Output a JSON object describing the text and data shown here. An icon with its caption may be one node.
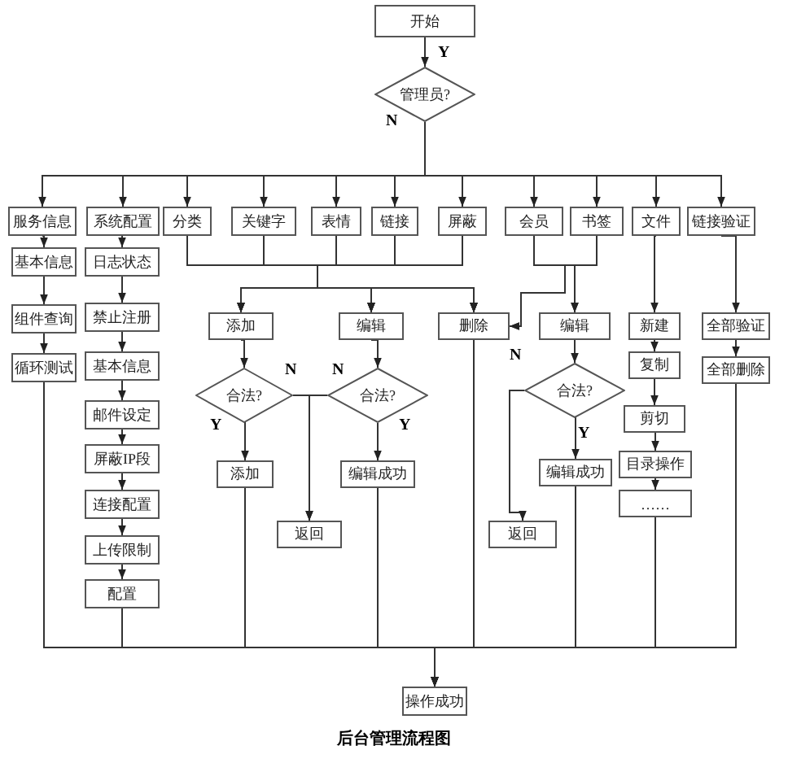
{
  "diagram": {
    "caption": "后台管理流程图",
    "nodes": [
      {
        "text": [
          "开始"
        ]
      },
      {
        "text": [
          "管理员?"
        ]
      },
      {
        "text": [
          "服务信息"
        ]
      },
      {
        "text": [
          "系统配置"
        ]
      },
      {
        "text": [
          "分类"
        ]
      },
      {
        "text": [
          "关键字"
        ]
      },
      {
        "text": [
          "表情"
        ]
      },
      {
        "text": [
          "链接"
        ]
      },
      {
        "text": [
          "屏蔽"
        ]
      },
      {
        "text": [
          "会员"
        ]
      },
      {
        "text": [
          "书签"
        ]
      },
      {
        "text": [
          "文件"
        ]
      },
      {
        "text": [
          "链接验证"
        ]
      },
      {
        "text": [
          "基本信息"
        ]
      },
      {
        "text": [
          "组件查询"
        ]
      },
      {
        "text": [
          "循环测试"
        ]
      },
      {
        "text": [
          "日志状态"
        ]
      },
      {
        "text": [
          "禁止注册"
        ]
      },
      {
        "text": [
          "基本信息"
        ]
      },
      {
        "text": [
          "邮件设定"
        ]
      },
      {
        "text": [
          "屏蔽IP段"
        ]
      },
      {
        "text": [
          "连接配置"
        ]
      },
      {
        "text": [
          "上传限制"
        ]
      },
      {
        "text": [
          "配置"
        ]
      },
      {
        "text": [
          "添加"
        ]
      },
      {
        "text": [
          "编辑"
        ]
      },
      {
        "text": [
          "删除"
        ]
      },
      {
        "text": [
          "编辑"
        ]
      },
      {
        "text": [
          "合法?"
        ]
      },
      {
        "text": [
          "添加"
        ]
      },
      {
        "text": [
          "返回"
        ]
      },
      {
        "text": [
          "合法?"
        ]
      },
      {
        "text": [
          "编辑成功"
        ]
      },
      {
        "text": [
          "合法?"
        ]
      },
      {
        "text": [
          "编辑成功"
        ]
      },
      {
        "text": [
          "返回"
        ]
      },
      {
        "text": [
          "新建"
        ]
      },
      {
        "text": [
          "复制"
        ]
      },
      {
        "text": [
          "剪切"
        ]
      },
      {
        "text": [
          "目录操作"
        ]
      },
      {
        "text": [
          "……"
        ]
      },
      {
        "text": [
          "全部验证"
        ]
      },
      {
        "text": [
          "全部删除"
        ]
      },
      {
        "text": [
          "操作成功"
        ]
      }
    ],
    "edges": [
      {
        "from": 0,
        "to": 1,
        "arrow": "to",
        "label": "Y"
      },
      {
        "from": 1,
        "to": 2,
        "arrow": "to",
        "label": "N"
      },
      {
        "from": 1,
        "to": 3,
        "arrow": "to"
      },
      {
        "from": 1,
        "to": 4,
        "arrow": "to"
      },
      {
        "from": 1,
        "to": 5,
        "arrow": "to"
      },
      {
        "from": 1,
        "to": 6,
        "arrow": "to"
      },
      {
        "from": 1,
        "to": 7,
        "arrow": "to"
      },
      {
        "from": 1,
        "to": 8,
        "arrow": "to"
      },
      {
        "from": 1,
        "to": 9,
        "arrow": "to"
      },
      {
        "from": 1,
        "to": 10,
        "arrow": "to"
      },
      {
        "from": 1,
        "to": 11,
        "arrow": "to"
      },
      {
        "from": 1,
        "to": 12,
        "arrow": "to"
      },
      {
        "from": 2,
        "to": 13,
        "arrow": "to"
      },
      {
        "from": 13,
        "to": 14,
        "arrow": "to"
      },
      {
        "from": 14,
        "to": 15,
        "arrow": "to"
      },
      {
        "from": 3,
        "to": 16,
        "arrow": "to"
      },
      {
        "from": 16,
        "to": 17,
        "arrow": "to"
      },
      {
        "from": 17,
        "to": 18,
        "arrow": "to"
      },
      {
        "from": 18,
        "to": 19,
        "arrow": "to"
      },
      {
        "from": 19,
        "to": 20,
        "arrow": "to"
      },
      {
        "from": 20,
        "to": 21,
        "arrow": "to"
      },
      {
        "from": 21,
        "to": 22,
        "arrow": "to"
      },
      {
        "from": 22,
        "to": 23,
        "arrow": "to"
      },
      {
        "from": 4,
        "to": 24,
        "arrow": "to"
      },
      {
        "from": 4,
        "to": 25,
        "arrow": "to"
      },
      {
        "from": 4,
        "to": 26,
        "arrow": "to"
      },
      {
        "from": 5,
        "to": 24,
        "arrow": "to"
      },
      {
        "from": 5,
        "to": 25,
        "arrow": "to"
      },
      {
        "from": 5,
        "to": 26,
        "arrow": "to"
      },
      {
        "from": 6,
        "to": 24,
        "arrow": "to"
      },
      {
        "from": 6,
        "to": 25,
        "arrow": "to"
      },
      {
        "from": 6,
        "to": 26,
        "arrow": "to"
      },
      {
        "from": 7,
        "to": 24,
        "arrow": "to"
      },
      {
        "from": 7,
        "to": 25,
        "arrow": "to"
      },
      {
        "from": 7,
        "to": 26,
        "arrow": "to"
      },
      {
        "from": 8,
        "to": 24,
        "arrow": "to"
      },
      {
        "from": 8,
        "to": 25,
        "arrow": "to"
      },
      {
        "from": 8,
        "to": 26,
        "arrow": "to"
      },
      {
        "from": 9,
        "to": 27,
        "arrow": "to"
      },
      {
        "from": 9,
        "to": 26,
        "arrow": "to"
      },
      {
        "from": 10,
        "to": 27,
        "arrow": "to"
      },
      {
        "from": 10,
        "to": 26,
        "arrow": "to"
      },
      {
        "from": 24,
        "to": 28,
        "arrow": "to"
      },
      {
        "from": 28,
        "to": 29,
        "arrow": "to",
        "label": "Y"
      },
      {
        "from": 28,
        "to": 30,
        "arrow": "to",
        "label": "N"
      },
      {
        "from": 25,
        "to": 31,
        "arrow": "to"
      },
      {
        "from": 31,
        "to": 32,
        "arrow": "to",
        "label": "Y"
      },
      {
        "from": 31,
        "to": 30,
        "arrow": "to",
        "label": "N"
      },
      {
        "from": 27,
        "to": 33,
        "arrow": "to"
      },
      {
        "from": 33,
        "to": 34,
        "arrow": "to",
        "label": "Y"
      },
      {
        "from": 33,
        "to": 35,
        "arrow": "to",
        "label": "N"
      },
      {
        "from": 11,
        "to": 36,
        "arrow": "to"
      },
      {
        "from": 36,
        "to": 37,
        "arrow": "to"
      },
      {
        "from": 37,
        "to": 38,
        "arrow": "to"
      },
      {
        "from": 38,
        "to": 39,
        "arrow": "to"
      },
      {
        "from": 39,
        "to": 40,
        "arrow": "to"
      },
      {
        "from": 12,
        "to": 41,
        "arrow": "to"
      },
      {
        "from": 41,
        "to": 42,
        "arrow": "to"
      },
      {
        "from": 15,
        "to": 43,
        "arrow": "to"
      },
      {
        "from": 23,
        "to": 43,
        "arrow": "to"
      },
      {
        "from": 29,
        "to": 43,
        "arrow": "to"
      },
      {
        "from": 32,
        "to": 43,
        "arrow": "to"
      },
      {
        "from": 26,
        "to": 43,
        "arrow": "to"
      },
      {
        "from": 34,
        "to": 43,
        "arrow": "to"
      },
      {
        "from": 40,
        "to": 43,
        "arrow": "to"
      },
      {
        "from": 42,
        "to": 43,
        "arrow": "to"
      }
    ]
  }
}
